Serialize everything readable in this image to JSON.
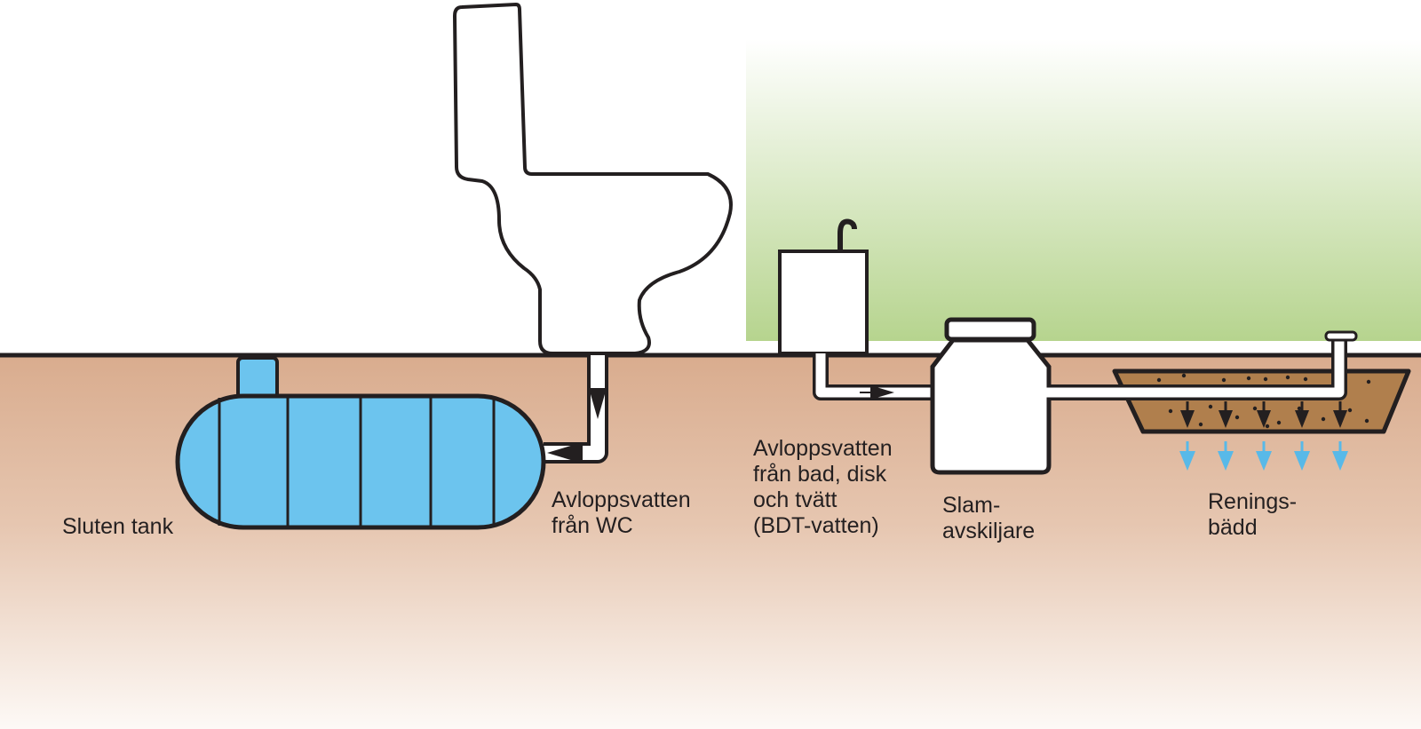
{
  "labels": {
    "closed_tank": [
      "Sluten tank"
    ],
    "wc_water": [
      "Avloppsvatten",
      "från WC"
    ],
    "bdt_water": [
      "Avloppsvatten",
      "från bad, disk",
      "och tvätt",
      "(BDT-vatten)"
    ],
    "sludge_separator": [
      "Slam-",
      "avskiljare"
    ],
    "purification_bed": [
      "Renings-",
      "bädd"
    ]
  },
  "colors": {
    "soil_top": "#d9ac8e",
    "grass_bottom": "#b6d48e",
    "tank": "#6cc4ee",
    "bed": "#b07f4d",
    "infiltration_arrows": "#58b9e8",
    "outline": "#231f20"
  }
}
